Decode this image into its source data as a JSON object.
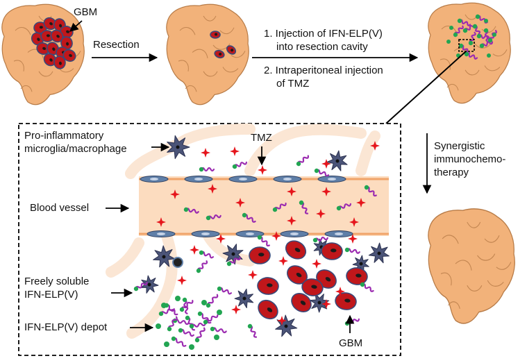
{
  "colors": {
    "brain": "#f2b27a",
    "brain_outline": "#b77b47",
    "gbm_cell": "#c0171b",
    "gbm_outline": "#3a4a7a",
    "gbm_nucleus": "#1a1a1a",
    "vessel_fill": "#fcdcbf",
    "vessel_edge": "#f0a46a",
    "endothelial": "#5f7fa8",
    "microglia": "#4b5478",
    "tmz": "#e5141b",
    "elp_chain": "#9b2bb0",
    "elp_head": "#22a552",
    "capillary": "#fbe6d4"
  },
  "icons": [
    "brain-icon",
    "gbm-cell-icon",
    "microglia-icon",
    "tmz-star-icon",
    "ifn-elp-molecule-icon",
    "blood-vessel-icon",
    "arrow-icon"
  ],
  "top_row": {
    "gbm_label": "GBM",
    "resection_label": "Resection",
    "step1_line1": "1. Injection of IFN-ELP(V)",
    "step1_line2": "into resection cavity",
    "step2_line1": "2. Intraperitoneal injection",
    "step2_line2": "of TMZ"
  },
  "right_col": {
    "outcome_line1": "Synergistic",
    "outcome_line2": "immunochemo-",
    "outcome_line3": "therapy"
  },
  "zoom": {
    "microglia_line1": "Pro-inflammatory",
    "microglia_line2": "microglia/macrophage",
    "tmz_label": "TMZ",
    "vessel_label": "Blood vessel",
    "soluble_line1": "Freely soluble",
    "soluble_line2": "IFN-ELP(V)",
    "depot_label": "IFN-ELP(V) depot",
    "gbm_label": "GBM"
  }
}
